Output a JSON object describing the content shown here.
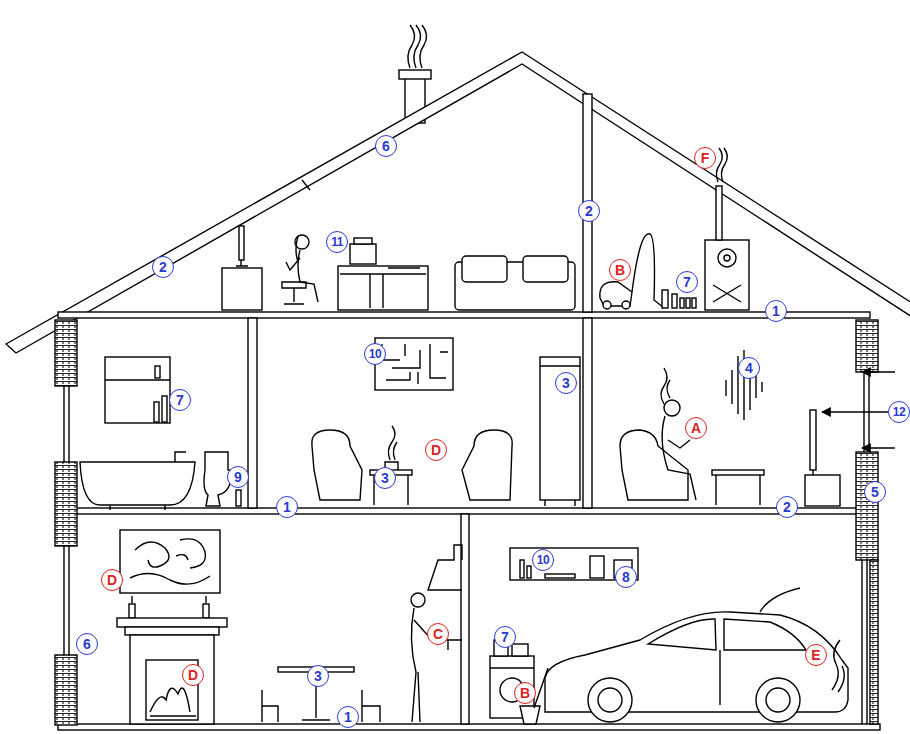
{
  "diagram": {
    "labels": [
      "6",
      "F",
      "2",
      "11",
      "2",
      "B",
      "7",
      "1",
      "10",
      "4",
      "3",
      "7",
      "12",
      "A",
      "D",
      "9",
      "3",
      "5",
      "1",
      "2",
      "10",
      "8",
      "D",
      "C",
      "7",
      "6",
      "E",
      "D",
      "3",
      "B",
      "1"
    ]
  }
}
